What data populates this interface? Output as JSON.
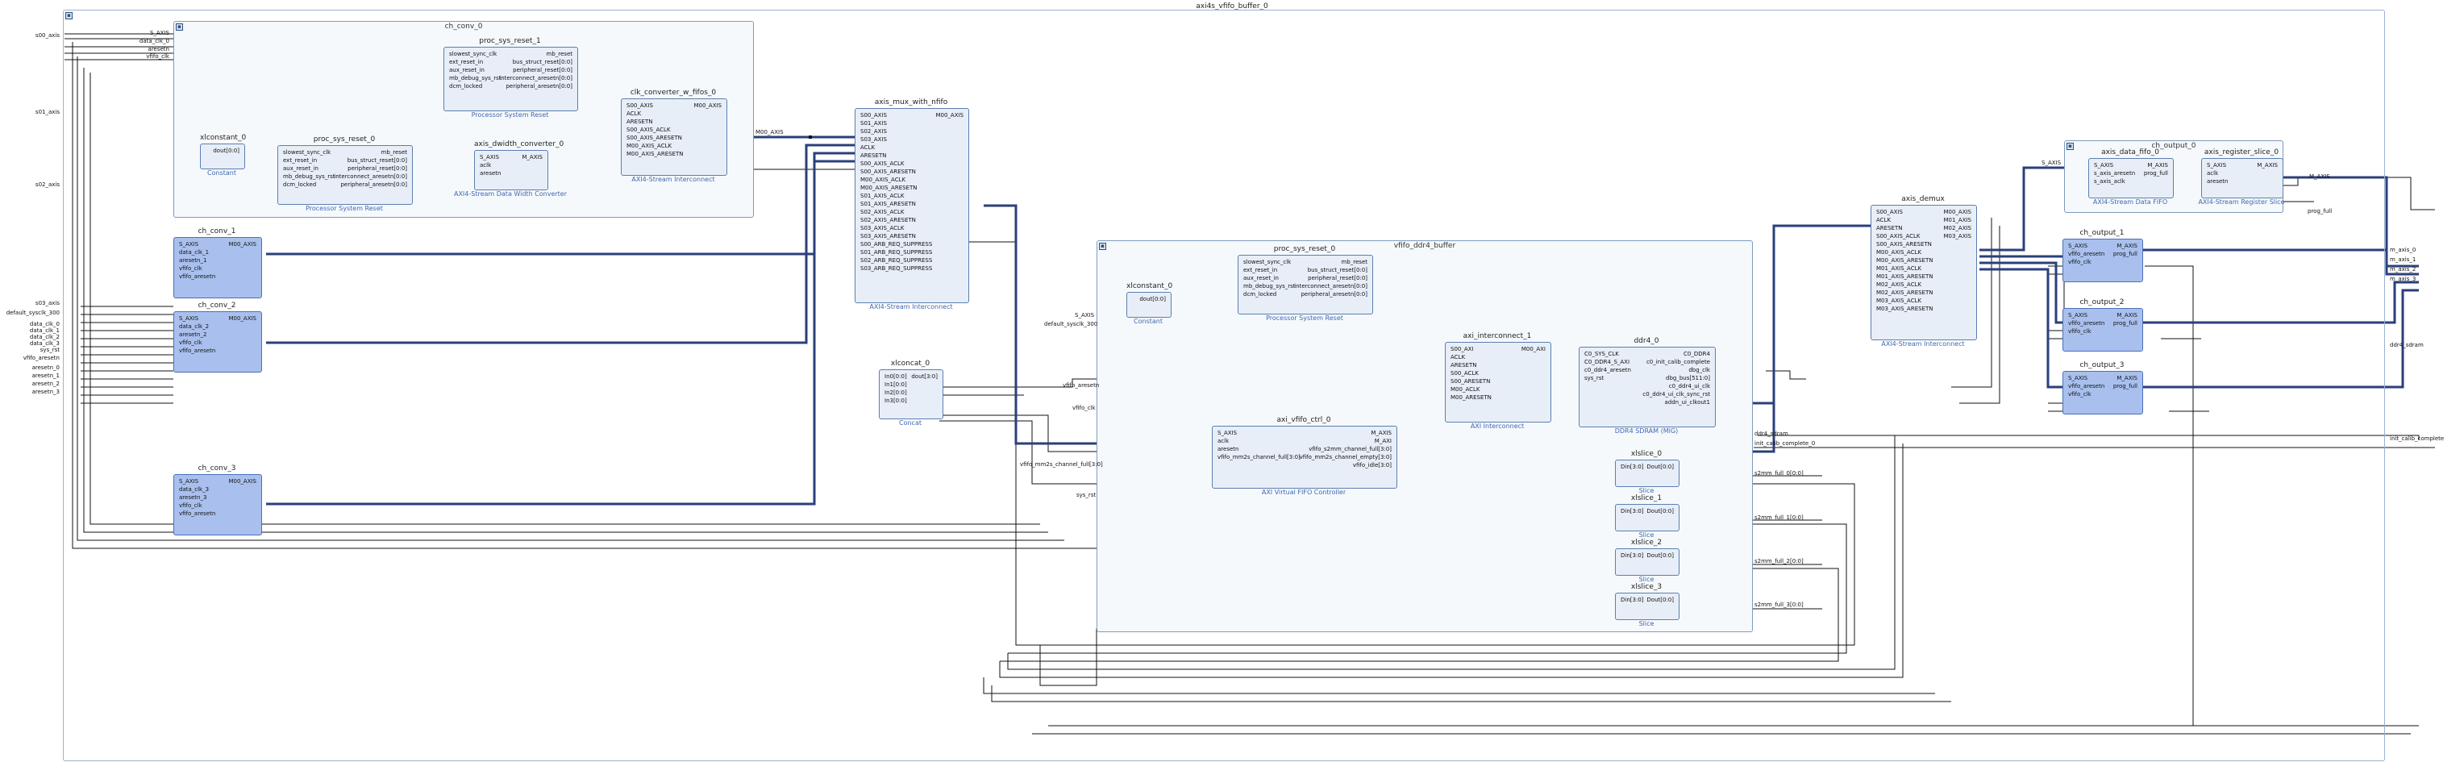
{
  "top": {
    "title": "axi4s_vfifo_buffer_0"
  },
  "hierarchies": {
    "ch_conv_0": "ch_conv_0",
    "vfifo_ddr4_buffer": "vfifo_ddr4_buffer",
    "ch_output_0": "ch_output_0"
  },
  "blocks": {
    "proc_sys_reset_1": {
      "name": "proc_sys_reset_1",
      "sub": "Processor System Reset",
      "left": [
        "slowest_sync_clk",
        "ext_reset_in",
        "aux_reset_in",
        "mb_debug_sys_rst",
        "dcm_locked"
      ],
      "right": [
        "mb_reset",
        "bus_struct_reset[0:0]",
        "peripheral_reset[0:0]",
        "interconnect_aresetn[0:0]",
        "peripheral_aresetn[0:0]"
      ]
    },
    "xlconstant_0a": {
      "name": "xlconstant_0",
      "sub": "Constant",
      "right": [
        "dout[0:0]"
      ]
    },
    "proc_sys_reset_0a": {
      "name": "proc_sys_reset_0",
      "sub": "Processor System Reset",
      "left": [
        "slowest_sync_clk",
        "ext_reset_in",
        "aux_reset_in",
        "mb_debug_sys_rst",
        "dcm_locked"
      ],
      "right": [
        "mb_reset",
        "bus_struct_reset[0:0]",
        "peripheral_reset[0:0]",
        "interconnect_aresetn[0:0]",
        "peripheral_aresetn[0:0]"
      ]
    },
    "axis_dwidth_converter_0": {
      "name": "axis_dwidth_converter_0",
      "sub": "AXI4-Stream Data Width Converter",
      "left": [
        "S_AXIS",
        "aclk",
        "aresetn"
      ],
      "right": [
        "M_AXIS"
      ]
    },
    "clk_converter_w_fifos_0": {
      "name": "clk_converter_w_fifos_0",
      "sub": "AXI4-Stream Interconnect",
      "left": [
        "S00_AXIS",
        "ACLK",
        "ARESETN",
        "S00_AXIS_ACLK",
        "S00_AXIS_ARESETN",
        "M00_AXIS_ACLK",
        "M00_AXIS_ARESETN"
      ],
      "right": [
        "M00_AXIS"
      ]
    },
    "axis_mux_with_nfifo": {
      "name": "axis_mux_with_nfifo",
      "sub": "AXI4-Stream Interconnect",
      "left": [
        "S00_AXIS",
        "S01_AXIS",
        "S02_AXIS",
        "S03_AXIS",
        "ACLK",
        "ARESETN",
        "S00_AXIS_ACLK",
        "S00_AXIS_ARESETN",
        "M00_AXIS_ACLK",
        "M00_AXIS_ARESETN",
        "S01_AXIS_ACLK",
        "S01_AXIS_ARESETN",
        "S02_AXIS_ACLK",
        "S02_AXIS_ARESETN",
        "S03_AXIS_ACLK",
        "S03_AXIS_ARESETN",
        "S00_ARB_REQ_SUPPRESS",
        "S01_ARB_REQ_SUPPRESS",
        "S02_ARB_REQ_SUPPRESS",
        "S03_ARB_REQ_SUPPRESS"
      ],
      "right": [
        "M00_AXIS"
      ]
    },
    "ch_conv_1": {
      "name": "ch_conv_1",
      "left": [
        "S_AXIS",
        "data_clk_1",
        "aresetn_1",
        "vfifo_clk",
        "vfifo_aresetn"
      ],
      "right": [
        "M00_AXIS"
      ]
    },
    "ch_conv_2": {
      "name": "ch_conv_2",
      "left": [
        "S_AXIS",
        "data_clk_2",
        "aresetn_2",
        "vfifo_clk",
        "vfifo_aresetn"
      ],
      "right": [
        "M00_AXIS"
      ]
    },
    "ch_conv_3": {
      "name": "ch_conv_3",
      "left": [
        "S_AXIS",
        "data_clk_3",
        "aresetn_3",
        "vfifo_clk",
        "vfifo_aresetn"
      ],
      "right": [
        "M00_AXIS"
      ]
    },
    "xlconstant_0b": {
      "name": "xlconstant_0",
      "sub": "Constant",
      "right": [
        "dout[0:0]"
      ]
    },
    "proc_sys_reset_0b": {
      "name": "proc_sys_reset_0",
      "sub": "Processor System Reset",
      "left": [
        "slowest_sync_clk",
        "ext_reset_in",
        "aux_reset_in",
        "mb_debug_sys_rst",
        "dcm_locked"
      ],
      "right": [
        "mb_reset",
        "bus_struct_reset[0:0]",
        "peripheral_reset[0:0]",
        "interconnect_aresetn[0:0]",
        "peripheral_aresetn[0:0]"
      ]
    },
    "xlconcat_0": {
      "name": "xlconcat_0",
      "sub": "Concat",
      "left": [
        "In0[0:0]",
        "In1[0:0]",
        "In2[0:0]",
        "In3[0:0]"
      ],
      "right": [
        "dout[3:0]"
      ]
    },
    "axi_vfifo_ctrl_0": {
      "name": "axi_vfifo_ctrl_0",
      "sub": "AXI Virtual FIFO Controller",
      "left": [
        "S_AXIS",
        "aclk",
        "aresetn",
        "vfifo_mm2s_channel_full[3:0]"
      ],
      "right": [
        "M_AXIS",
        "M_AXI",
        "vfifo_s2mm_channel_full[3:0]",
        "vfifo_mm2s_channel_empty[3:0]",
        "vfifo_idle[3:0]"
      ]
    },
    "axi_interconnect_1": {
      "name": "axi_interconnect_1",
      "sub": "AXI Interconnect",
      "left": [
        "S00_AXI",
        "ACLK",
        "ARESETN",
        "S00_ACLK",
        "S00_ARESETN",
        "M00_ACLK",
        "M00_ARESETN"
      ],
      "right": [
        "M00_AXI"
      ]
    },
    "ddr4_0": {
      "name": "ddr4_0",
      "sub": "DDR4 SDRAM (MIG)",
      "left": [
        "C0_SYS_CLK",
        "C0_DDR4_S_AXI",
        "c0_ddr4_aresetn",
        "sys_rst"
      ],
      "right": [
        "C0_DDR4",
        "c0_init_calib_complete",
        "dbg_clk",
        "dbg_bus[511:0]",
        "c0_ddr4_ui_clk",
        "c0_ddr4_ui_clk_sync_rst",
        "addn_ui_clkout1"
      ]
    },
    "xlslice_0": {
      "name": "xlslice_0",
      "sub": "Slice",
      "left": [
        "Din[3:0]"
      ],
      "right": [
        "Dout[0:0]"
      ]
    },
    "xlslice_1": {
      "name": "xlslice_1",
      "sub": "Slice",
      "left": [
        "Din[3:0]"
      ],
      "right": [
        "Dout[0:0]"
      ]
    },
    "xlslice_2": {
      "name": "xlslice_2",
      "sub": "Slice",
      "left": [
        "Din[3:0]"
      ],
      "right": [
        "Dout[0:0]"
      ]
    },
    "xlslice_3": {
      "name": "xlslice_3",
      "sub": "Slice",
      "left": [
        "Din[3:0]"
      ],
      "right": [
        "Dout[0:0]"
      ]
    },
    "axis_demux": {
      "name": "axis_demux",
      "sub": "AXI4-Stream Interconnect",
      "left": [
        "S00_AXIS",
        "ACLK",
        "ARESETN",
        "S00_AXIS_ACLK",
        "S00_AXIS_ARESETN",
        "M00_AXIS_ACLK",
        "M00_AXIS_ARESETN",
        "M01_AXIS_ACLK",
        "M01_AXIS_ARESETN",
        "M02_AXIS_ACLK",
        "M02_AXIS_ARESETN",
        "M03_AXIS_ACLK",
        "M03_AXIS_ARESETN"
      ],
      "right": [
        "M00_AXIS",
        "M01_AXIS",
        "M02_AXIS",
        "M03_AXIS"
      ]
    },
    "axis_data_fifo_0": {
      "name": "axis_data_fifo_0",
      "sub": "AXI4-Stream Data FIFO",
      "left": [
        "S_AXIS",
        "s_axis_aresetn",
        "s_axis_aclk"
      ],
      "right": [
        "M_AXIS",
        "prog_full"
      ]
    },
    "axis_register_slice_0": {
      "name": "axis_register_slice_0",
      "sub": "AXI4-Stream Register Slice",
      "left": [
        "S_AXIS",
        "aclk",
        "aresetn"
      ],
      "right": [
        "M_AXIS"
      ]
    },
    "ch_output_1": {
      "name": "ch_output_1",
      "left": [
        "S_AXIS",
        "vfifo_aresetn",
        "vfifo_clk"
      ],
      "right": [
        "M_AXIS",
        "prog_full"
      ]
    },
    "ch_output_2": {
      "name": "ch_output_2",
      "left": [
        "S_AXIS",
        "vfifo_aresetn",
        "vfifo_clk"
      ],
      "right": [
        "M_AXIS",
        "prog_full"
      ]
    },
    "ch_output_3": {
      "name": "ch_output_3",
      "left": [
        "S_AXIS",
        "vfifo_aresetn",
        "vfifo_clk"
      ],
      "right": [
        "M_AXIS",
        "prog_full"
      ]
    }
  },
  "inputs": [
    "s00_axis",
    "s01_axis",
    "s02_axis",
    "s03_axis",
    "default_sysclk_300",
    "data_clk_0",
    "data_clk_1",
    "data_clk_2",
    "data_clk_3",
    "sys_rst",
    "vfifo_aresetn",
    "aresetn_0",
    "aresetn_1",
    "aresetn_2",
    "aresetn_3"
  ],
  "inputs_inner": [
    "S_AXIS",
    "data_clk_0",
    "aresetn",
    "vfifo_clk"
  ],
  "outputs": [
    "m_axis_0",
    "m_axis_1",
    "m_axis_2",
    "m_axis_3",
    "init_calib_complete",
    "ddr4_sdram"
  ],
  "net_labels": [
    "M00_AXIS",
    "S_AXIS",
    "default_sysclk_300",
    "vfifo_aresetn",
    "vfifo_clk",
    "vfifo_mm2s_channel_full[3:0]",
    "sys_rst",
    "M_AXIS",
    "prog_full",
    "s2mm_full_0[0:0]",
    "s2mm_full_1[0:0]",
    "s2mm_full_2[0:0]",
    "s2mm_full_3[0:0]",
    "init_calib_complete_0",
    "ddr4_sdram"
  ]
}
